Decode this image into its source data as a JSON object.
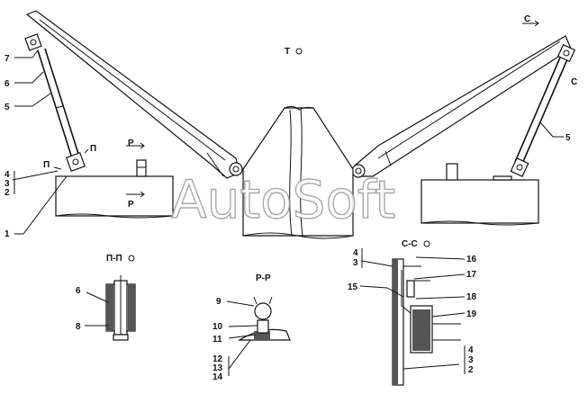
{
  "watermark": "AutoSoft",
  "views": {
    "main_view": "Т",
    "section_pp": "П-П",
    "section_rr": "Р-Р",
    "section_cc": "С-С"
  },
  "section_marks": {
    "c": "С",
    "p": "П",
    "r": "Р"
  },
  "callouts": {
    "left_7": "7",
    "left_6": "6",
    "left_5": "5",
    "left_4": "4",
    "left_3": "3",
    "left_2": "2",
    "left_1": "1",
    "right_5": "5",
    "pp_6": "6",
    "pp_8": "8",
    "rr_9": "9",
    "rr_10": "10",
    "rr_11": "11",
    "rr_12": "12",
    "rr_13": "13",
    "rr_14": "14",
    "cc_4_top": "4",
    "cc_3_top": "3",
    "cc_16": "16",
    "cc_17": "17",
    "cc_15": "15",
    "cc_18": "18",
    "cc_19": "19",
    "cc_4_bot": "4",
    "cc_3_bot": "3",
    "cc_2_bot": "2"
  }
}
